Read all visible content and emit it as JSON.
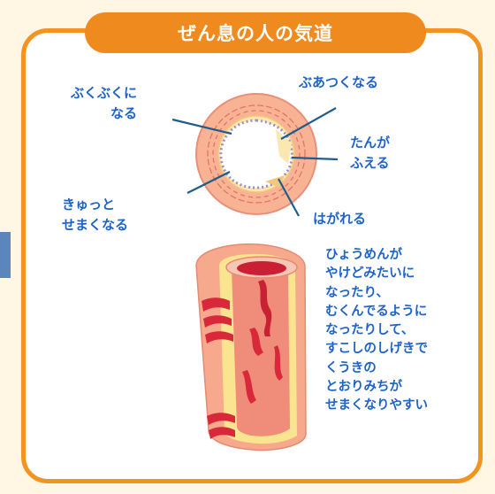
{
  "title": "ぜん息の人の気道",
  "labels": {
    "bubbly": "ぶくぶくに\nなる",
    "thicken": "ぶあつくなる",
    "phlegm": "たんが\nふえる",
    "narrow": "きゅっと\nせまくなる",
    "peel": "はがれる"
  },
  "description": "ひょうめんが\nやけどみたいに\nなったり、\nむくんでるように\nなったりして、\nすこしのしげきで\nくうきの\nとおりみちが\nせまくなりやすい",
  "colors": {
    "accent": "#f4931f",
    "label": "#1e63c9",
    "tissue": "#f4a98a",
    "inflamed": "#d8283a",
    "mucosa": "#fbe48f"
  }
}
